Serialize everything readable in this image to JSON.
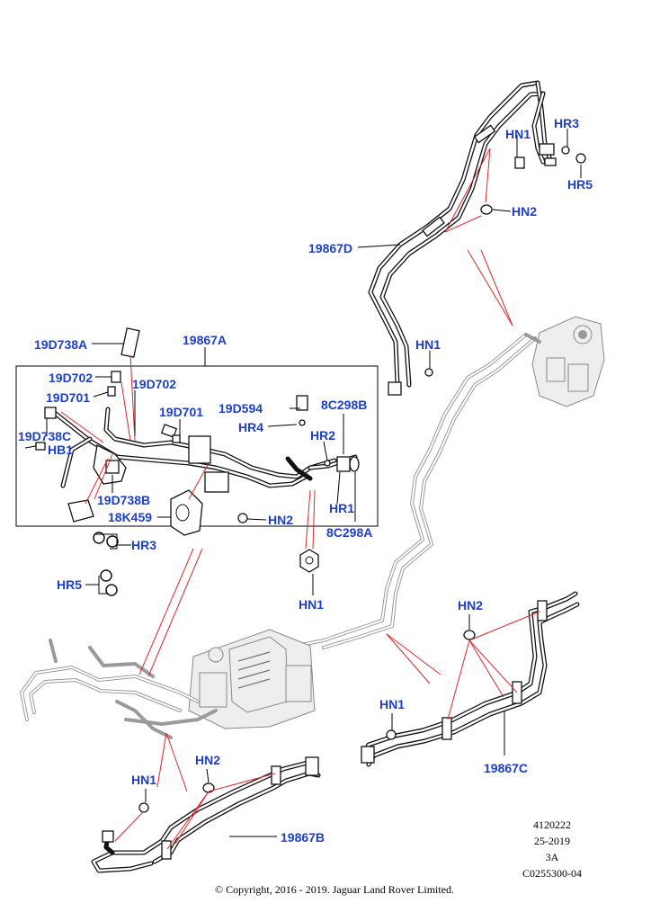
{
  "callouts": {
    "HN1_top": "HN1",
    "HR3_top": "HR3",
    "HR5_top": "HR5",
    "HN2_top": "HN2",
    "p19867D": "19867D",
    "HN1_mid": "HN1",
    "p19D738A": "19D738A",
    "p19867A": "19867A",
    "p19D702_a": "19D702",
    "p19D702_b": "19D702",
    "p19D701_a": "19D701",
    "p19D701_b": "19D701",
    "p19D738C": "19D738C",
    "HB1": "HB1",
    "p19D594": "19D594",
    "HR4": "HR4",
    "p8C298B": "8C298B",
    "HR2": "HR2",
    "HR1": "HR1",
    "p8C298A": "8C298A",
    "p19D738B": "19D738B",
    "p18K459": "18K459",
    "HN2_box": "HN2",
    "HR3_left": "HR3",
    "HR5_left": "HR5",
    "HN1_center": "HN1",
    "HN2_right": "HN2",
    "HN1_right": "HN1",
    "p19867C": "19867C",
    "HN1_bottom": "HN1",
    "HN2_bottom": "HN2",
    "p19867B": "19867B"
  },
  "meta": {
    "line1": "4120222",
    "line2": "25-2019",
    "line3": "3A",
    "line4": "C0255300-04"
  },
  "copyright": "© Copyright, 2016 - 2019. Jaguar Land Rover Limited.",
  "colors": {
    "label": "#1d3fc9",
    "leader_red": "#e0262a",
    "ink": "#111111",
    "ghost": "#9a9a9a"
  }
}
